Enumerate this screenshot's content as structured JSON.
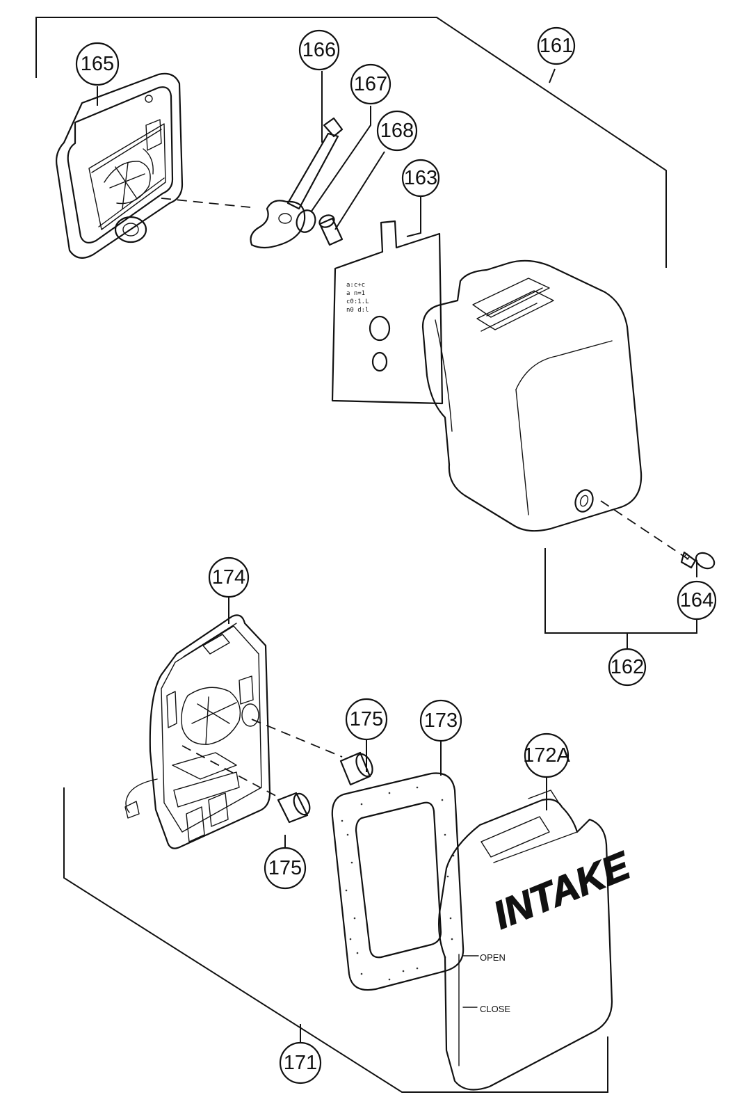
{
  "diagram": {
    "callouts": [
      {
        "id": "161",
        "label": "161"
      },
      {
        "id": "162",
        "label": "162"
      },
      {
        "id": "163",
        "label": "163"
      },
      {
        "id": "164",
        "label": "164"
      },
      {
        "id": "165",
        "label": "165"
      },
      {
        "id": "166",
        "label": "166"
      },
      {
        "id": "167",
        "label": "167"
      },
      {
        "id": "168",
        "label": "168"
      },
      {
        "id": "171",
        "label": "171"
      },
      {
        "id": "172A",
        "label": "172A"
      },
      {
        "id": "173",
        "label": "173"
      },
      {
        "id": "174",
        "label": "174"
      },
      {
        "id": "175a",
        "label": "175"
      },
      {
        "id": "175b",
        "label": "175"
      }
    ],
    "cover_markings": {
      "intake": "INTAKE",
      "open": "OPEN",
      "close": "CLOSE"
    }
  }
}
